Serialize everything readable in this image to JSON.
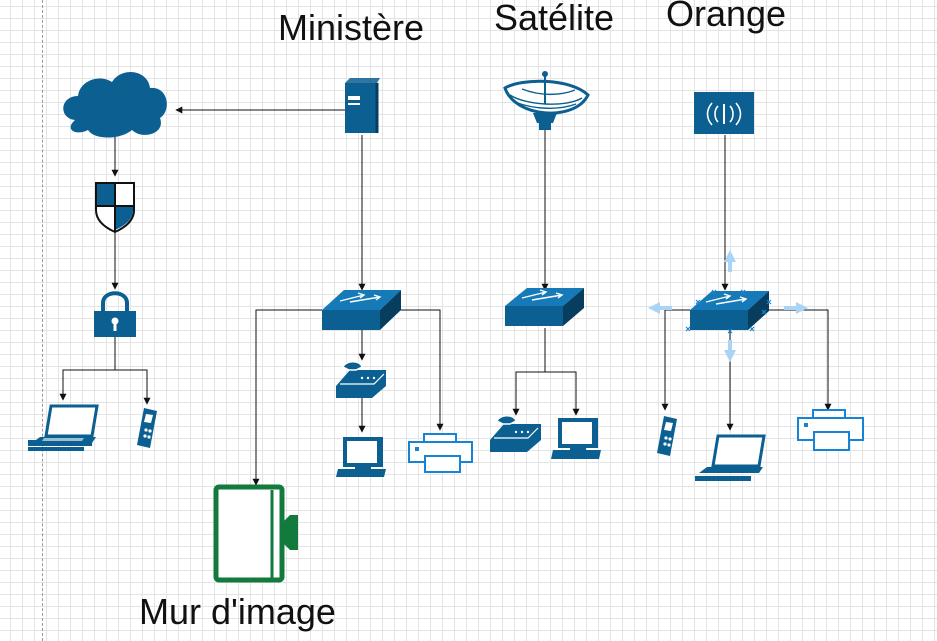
{
  "labels": {
    "ministere": "Ministère",
    "satelite": "Satélite",
    "orange": "Orange",
    "mur_image": "Mur d'image"
  },
  "colors": {
    "device_blue": "#0b5f91",
    "light_blue": "#1683d4",
    "wall_green": "#137a3e",
    "selection_blue": "#aad4f5",
    "edge": "#111111"
  }
}
